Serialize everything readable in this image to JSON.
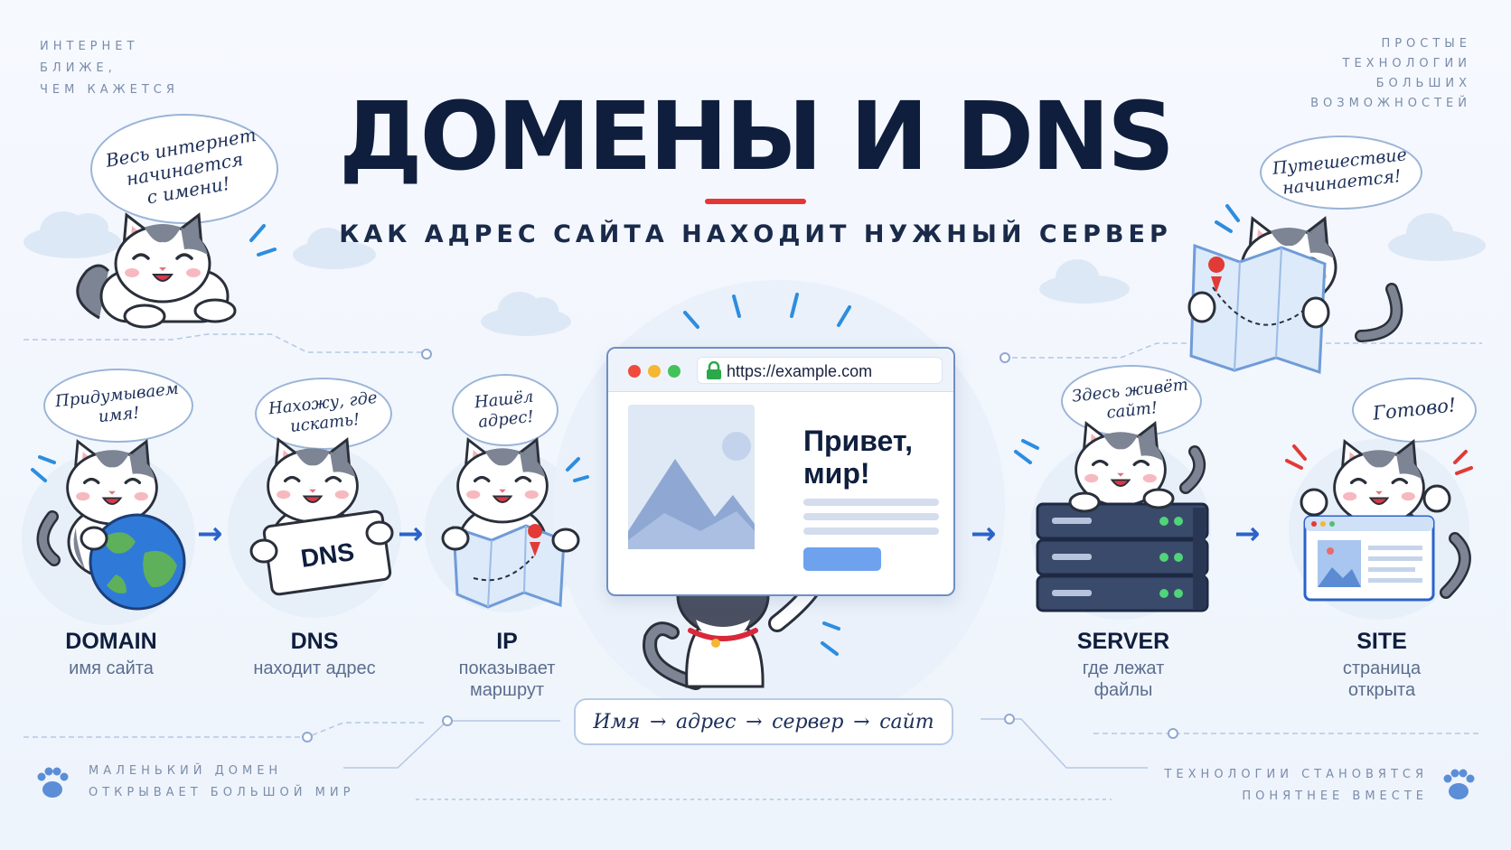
{
  "corners": {
    "top_left": [
      "Интернет",
      "ближе,",
      "чем кажется"
    ],
    "top_right": [
      "Простые",
      "технологии",
      "больших",
      "возможностей"
    ],
    "bottom_left": [
      "Маленький домен",
      "открывает большой мир"
    ],
    "bottom_right": [
      "Технологии становятся",
      "понятнее вместе"
    ]
  },
  "header": {
    "title": "ДОМЕНЫ И DNS",
    "subtitle": "КАК АДРЕС САЙТА НАХОДИТ НУЖНЫЙ СЕРВЕР"
  },
  "bubbles": {
    "top_left": [
      "Весь интернет",
      "начинается",
      "с имени!"
    ],
    "top_right": [
      "Путешествие",
      "начинается!"
    ],
    "domain": [
      "Придумываем",
      "имя!"
    ],
    "dns": [
      "Нахожу, где",
      "искать!"
    ],
    "ip": [
      "Нашёл",
      "адрес!"
    ],
    "server": [
      "Здесь живёт",
      "сайт!"
    ],
    "site": [
      "Готово!"
    ]
  },
  "sign_text": "DNS",
  "stages": [
    {
      "label": "DOMAIN",
      "desc": [
        "имя сайта"
      ]
    },
    {
      "label": "DNS",
      "desc": [
        "находит адрес"
      ]
    },
    {
      "label": "IP",
      "desc": [
        "показывает",
        "маршрут"
      ]
    },
    {
      "label": "SERVER",
      "desc": [
        "где лежат",
        "файлы"
      ]
    },
    {
      "label": "SITE",
      "desc": [
        "страница",
        "открыта"
      ]
    }
  ],
  "browser": {
    "url": "https://example.com",
    "heading": [
      "Привет,",
      "мир!"
    ]
  },
  "flow": [
    "Имя",
    "адрес",
    "сервер",
    "сайт"
  ],
  "colors": {
    "navy": "#0f1e3d",
    "accent_red": "#e63634",
    "accent_blue": "#2a63c9",
    "cat_gray": "#7d8594",
    "cat_dark": "#4a5060"
  },
  "icons": [
    "globe-icon",
    "dns-sign-icon",
    "map-icon",
    "server-rack-icon",
    "site-window-icon",
    "lock-icon",
    "paw-icon",
    "cloud-icon"
  ]
}
